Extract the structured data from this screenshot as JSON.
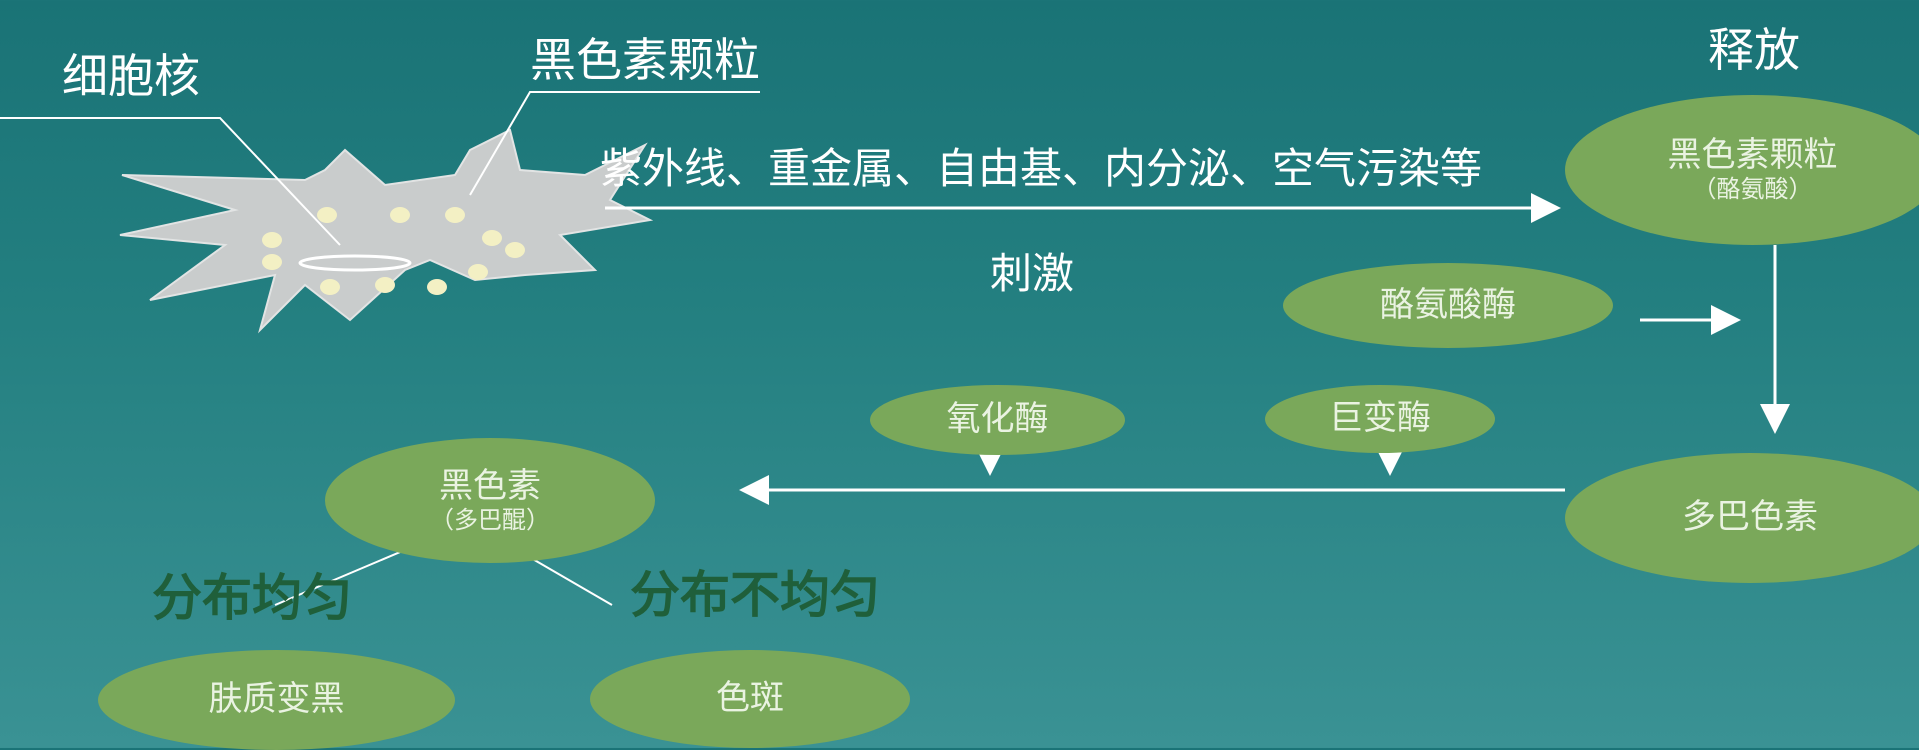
{
  "labels": {
    "nucleus": "细胞核",
    "melanin_granules": "黑色素颗粒",
    "release": "释放",
    "stimuli": "紫外线、重金属、自由基、内分泌、空气污染等",
    "stimulus": "刺激",
    "even_distribution": "分布均匀",
    "uneven_distribution": "分布不均匀"
  },
  "nodes": {
    "granules": {
      "title": "黑色素颗粒",
      "sub": "（酪氨酸）"
    },
    "tyrosinase": {
      "title": "酪氨酸酶"
    },
    "dopachrome": {
      "title": "多巴色素"
    },
    "oxidase": {
      "title": "氧化酶"
    },
    "mutase": {
      "title": "巨变酶"
    },
    "melanin": {
      "title": "黑色素",
      "sub": "（多巴醌）"
    },
    "skin_darkening": {
      "title": "肤质变黑"
    },
    "spots": {
      "title": "色斑"
    }
  },
  "colors": {
    "background_top": "#1a7376",
    "background_bottom": "#3a9294",
    "ellipse_fill": "#7aa85a",
    "ellipse_text": "#eaf3e2",
    "cell_fill": "#c9cccc",
    "granule_fill": "#f3f0c4",
    "bold_label": "#1f5f3a"
  }
}
